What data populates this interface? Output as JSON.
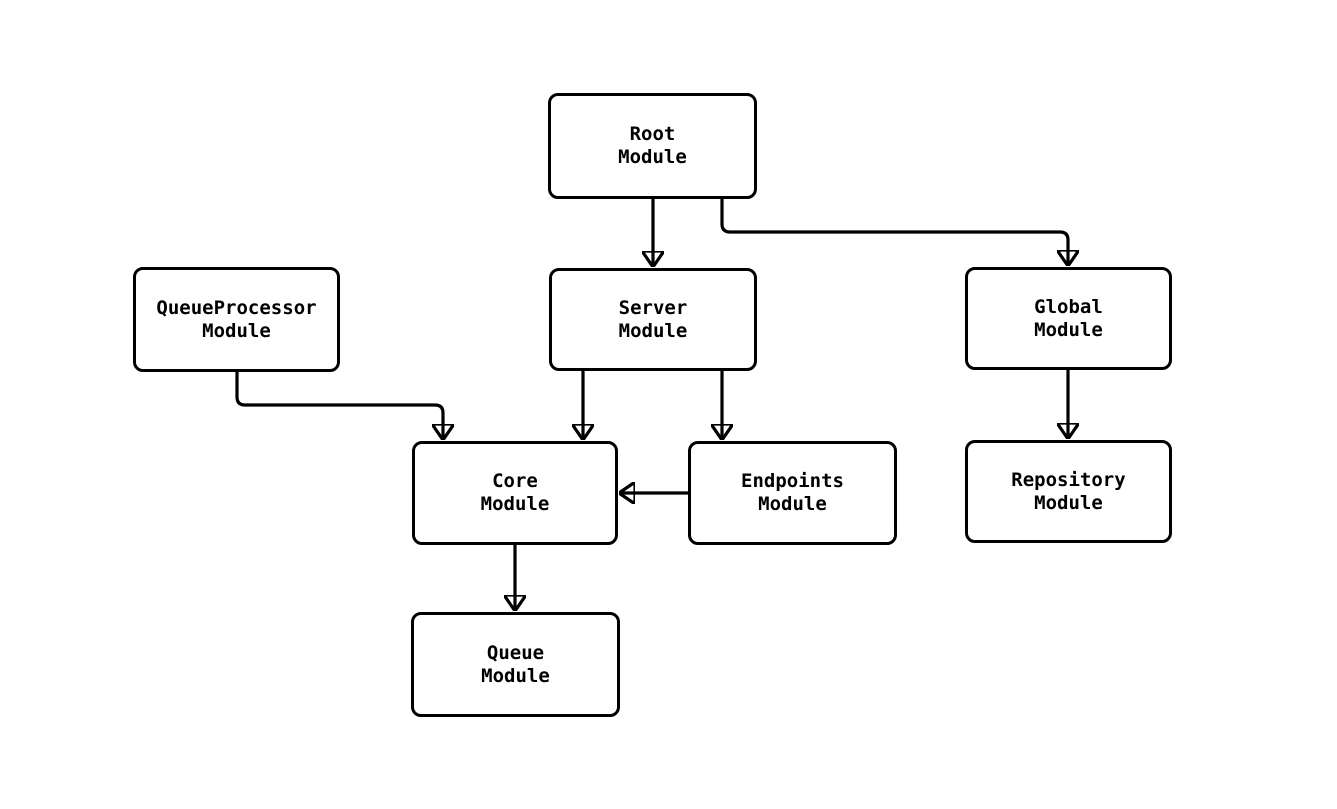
{
  "diagram": {
    "type": "flowchart",
    "background_color": "#ffffff",
    "line_color": "#000000",
    "node_fill_color": "#ffffff",
    "nodes": [
      {
        "id": "root",
        "line1": "Root",
        "line2": "Module"
      },
      {
        "id": "queueprocessor",
        "line1": "QueueProcessor",
        "line2": "Module"
      },
      {
        "id": "server",
        "line1": "Server",
        "line2": "Module"
      },
      {
        "id": "global",
        "line1": "Global",
        "line2": "Module"
      },
      {
        "id": "core",
        "line1": "Core",
        "line2": "Module"
      },
      {
        "id": "endpoints",
        "line1": "Endpoints",
        "line2": "Module"
      },
      {
        "id": "repository",
        "line1": "Repository",
        "line2": "Module"
      },
      {
        "id": "queue",
        "line1": "Queue",
        "line2": "Module"
      }
    ],
    "edges": [
      {
        "from": "root",
        "to": "server"
      },
      {
        "from": "root",
        "to": "global"
      },
      {
        "from": "queueprocessor",
        "to": "core"
      },
      {
        "from": "server",
        "to": "core"
      },
      {
        "from": "server",
        "to": "endpoints"
      },
      {
        "from": "endpoints",
        "to": "core"
      },
      {
        "from": "global",
        "to": "repository"
      },
      {
        "from": "core",
        "to": "queue"
      }
    ]
  }
}
